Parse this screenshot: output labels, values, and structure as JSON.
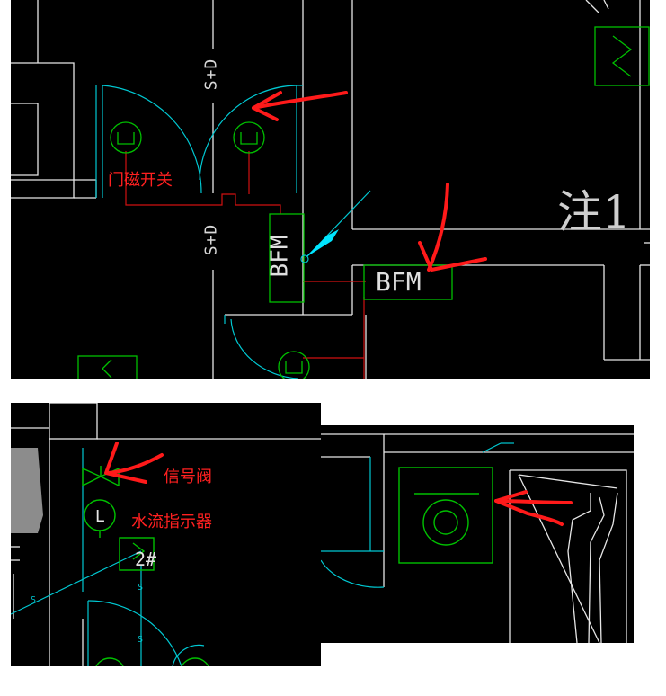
{
  "colors": {
    "background": "#000000",
    "wall_line": "#e6e6e6",
    "door_arc": "#00c8d2",
    "device": "#00c000",
    "annotation": "#ff2020",
    "wire": "#d01010",
    "pointer": "#00e5ff"
  },
  "top_panel": {
    "pipe_label_upper": "S+D",
    "pipe_label_lower": "S+D",
    "door_sensor_label": "门磁开关",
    "bfm_vertical": "BFM",
    "bfm_horizontal": "BFM",
    "room_note": "注1",
    "icons": [
      "door-contact-symbol",
      "module-box-symbol",
      "red-arrow-icon",
      "cyan-pointer-icon"
    ]
  },
  "bottom_left_panel": {
    "signal_valve_label": "信号阀",
    "flow_indicator_label": "水流指示器",
    "flow_indicator_symbol": "L",
    "riser_label": "2#",
    "pipe_tag": "S",
    "icons": [
      "signal-valve-symbol",
      "flow-indicator-symbol",
      "red-arrow-icon"
    ]
  },
  "bottom_right_panel": {
    "icons": [
      "device-symbol",
      "red-arrow-icon"
    ]
  }
}
